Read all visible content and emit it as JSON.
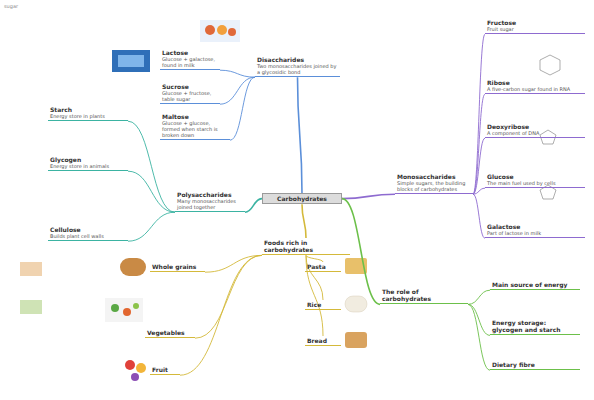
{
  "diagram": {
    "nodes": [
      {
        "text": [
          "Carbohydrates"
        ]
      },
      {
        "text": [
          "Disaccharides",
          "Two monosaccharides joined by a glycosidic bond"
        ]
      },
      {
        "text": [
          "Lactose",
          "Glucose + galactose, found in milk"
        ]
      },
      {
        "text": [
          "Sucrose",
          "Glucose + fructose, table sugar"
        ]
      },
      {
        "text": [
          "Maltose",
          "Glucose + glucose, formed when starch is broken down"
        ]
      },
      {
        "text": [
          "Monosaccharides",
          "Simple sugars, the building blocks of carbohydrates"
        ]
      },
      {
        "text": [
          "Fructose",
          "Fruit sugar"
        ]
      },
      {
        "text": [
          "Ribose",
          "A five-carbon sugar found in RNA"
        ]
      },
      {
        "text": [
          "Deoxyribose",
          "A component of DNA"
        ]
      },
      {
        "text": [
          "Glucose",
          "The main fuel used by cells"
        ]
      },
      {
        "text": [
          "Galactose",
          "Part of lactose in milk"
        ]
      },
      {
        "text": [
          "The role of carbohydrates"
        ]
      },
      {
        "text": [
          "Main source of energy"
        ]
      },
      {
        "text": [
          "Energy storage: glycogen and starch"
        ]
      },
      {
        "text": [
          "Dietary fibre"
        ]
      },
      {
        "text": [
          "Foods rich in carbohydrates"
        ]
      },
      {
        "text": [
          "Pasta"
        ]
      },
      {
        "text": [
          "Rice"
        ]
      },
      {
        "text": [
          "Bread"
        ]
      },
      {
        "text": [
          "Fruit"
        ]
      },
      {
        "text": [
          "Vegetables"
        ]
      },
      {
        "text": [
          "Whole grains"
        ]
      },
      {
        "text": [
          "Polysaccharides",
          "Many monosaccharides joined together"
        ]
      },
      {
        "text": [
          "Starch",
          "Energy store in plants"
        ]
      },
      {
        "text": [
          "Glycogen",
          "Energy store in animals"
        ]
      },
      {
        "text": [
          "Cellulose",
          "Builds plant cell walls"
        ]
      }
    ],
    "edges": [
      {
        "from": 0,
        "to": 1,
        "arrow": "none"
      },
      {
        "from": 1,
        "to": 2,
        "arrow": "none"
      },
      {
        "from": 1,
        "to": 3,
        "arrow": "none"
      },
      {
        "from": 1,
        "to": 4,
        "arrow": "none"
      },
      {
        "from": 0,
        "to": 5,
        "arrow": "none"
      },
      {
        "from": 5,
        "to": 6,
        "arrow": "none"
      },
      {
        "from": 5,
        "to": 7,
        "arrow": "none"
      },
      {
        "from": 5,
        "to": 8,
        "arrow": "none"
      },
      {
        "from": 5,
        "to": 9,
        "arrow": "none"
      },
      {
        "from": 5,
        "to": 10,
        "arrow": "none"
      },
      {
        "from": 0,
        "to": 11,
        "arrow": "none"
      },
      {
        "from": 11,
        "to": 12,
        "arrow": "none"
      },
      {
        "from": 11,
        "to": 13,
        "arrow": "none"
      },
      {
        "from": 11,
        "to": 14,
        "arrow": "none"
      },
      {
        "from": 0,
        "to": 15,
        "arrow": "none"
      },
      {
        "from": 15,
        "to": 16,
        "arrow": "none"
      },
      {
        "from": 15,
        "to": 17,
        "arrow": "none"
      },
      {
        "from": 15,
        "to": 18,
        "arrow": "none"
      },
      {
        "from": 15,
        "to": 19,
        "arrow": "none"
      },
      {
        "from": 15,
        "to": 20,
        "arrow": "none"
      },
      {
        "from": 15,
        "to": 21,
        "arrow": "none"
      },
      {
        "from": 0,
        "to": 22,
        "arrow": "none"
      },
      {
        "from": 22,
        "to": 23,
        "arrow": "none"
      },
      {
        "from": 22,
        "to": 24,
        "arrow": "none"
      },
      {
        "from": 22,
        "to": 25,
        "arrow": "none"
      }
    ],
    "labels": [
      "sugar"
    ]
  }
}
